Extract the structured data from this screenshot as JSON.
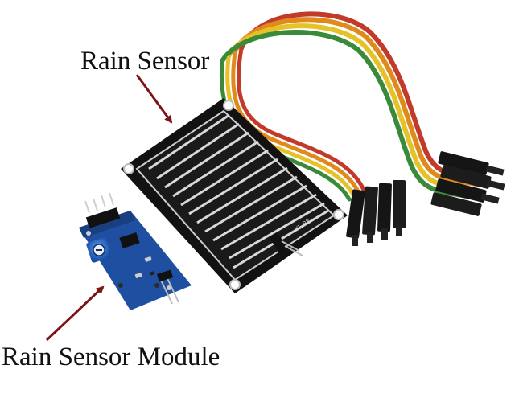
{
  "labels": {
    "rain_sensor": "Rain Sensor",
    "rain_sensor_module": "Rain Sensor Module"
  },
  "silkscreen": {
    "board_mark": "YL-83"
  },
  "colors": {
    "background": "#ffffff",
    "label_text": "#111111",
    "arrow": "#7a1416",
    "sensor_board": "#121212",
    "sensor_trace": "#d8d8d8",
    "module_pcb": "#1f4fa0",
    "potentiometer": "#2a6fd6",
    "wire_colors": [
      "#c23a2a",
      "#e08a1e",
      "#e6c229",
      "#3a8a3a",
      "#b5161b"
    ]
  },
  "icons": {
    "pointer_arrow": "arrow-icon"
  }
}
